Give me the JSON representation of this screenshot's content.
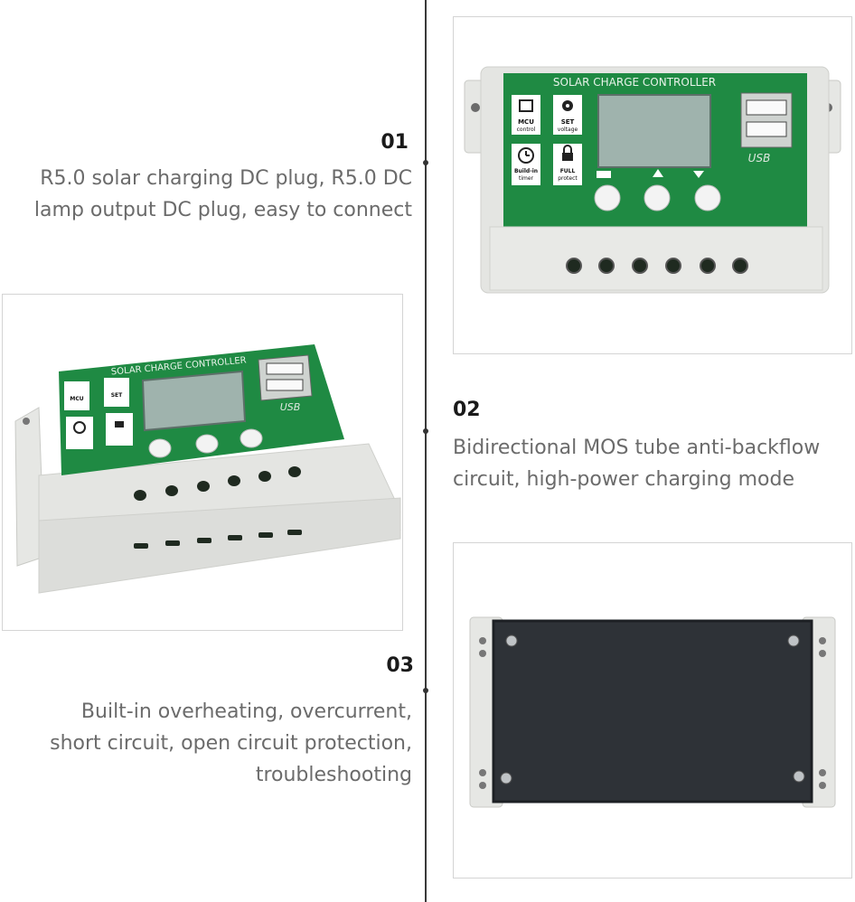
{
  "features": [
    {
      "number": "01",
      "lines": [
        "R5.0 solar charging DC plug, R5.0 DC",
        "lamp output DC plug, easy to connect"
      ]
    },
    {
      "number": "02",
      "lines": [
        "Bidirectional MOS tube anti-backflow",
        "circuit, high-power charging mode"
      ]
    },
    {
      "number": "03",
      "lines": [
        "Built-in overheating, overcurrent,",
        "short circuit, open circuit protection,",
        "troubleshooting"
      ]
    }
  ],
  "device": {
    "title": "SOLAR CHARGE CONTROLLER",
    "usb_label": "USB",
    "buttons": {
      "mcu": [
        "MCU",
        "control"
      ],
      "set": [
        "SET",
        "voltage"
      ],
      "timer": [
        "Build-in",
        "timer"
      ],
      "full": [
        "FULL",
        "protect"
      ]
    }
  },
  "colors": {
    "panel_green": "#1f8a43",
    "housing": "#e4e5e2",
    "lcd": "#9fb3ad",
    "back_plate": "#2e3237"
  }
}
